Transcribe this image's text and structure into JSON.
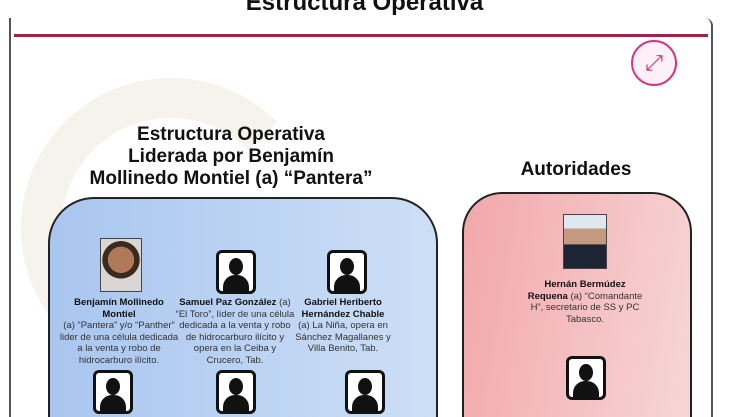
{
  "header": {
    "title": "Estructura Operativa"
  },
  "expand_button": {
    "icon": "expand-icon"
  },
  "left_section": {
    "title_lines": [
      "Estructura Operativa",
      "Liderada por Benjamín",
      "Mollinedo Montiel (a) “Pantera”"
    ]
  },
  "right_section": {
    "title": "Autoridades"
  },
  "people": [
    {
      "name": "Benjamín Mollinedo Montiel",
      "desc": "(a) “Pantera” y/o “Panther”  lider de una célula dedicada a la venta y robo de hidrocarburo ilícito."
    },
    {
      "name": "Samuel Paz González",
      "desc": "(a) “El Toro”, líder de una célula dedicada a la venta y robo de hidrocarburo ilícito y opera en la Ceiba y Crucero, Tab."
    },
    {
      "name": "Gabriel Heriberto Hernández Chable",
      "desc": "(a) La Niña, opera en Sánchez Magallanes y Villa Benito, Tab."
    }
  ],
  "authorities": [
    {
      "name": "Hernán Bermúdez Requena",
      "desc": "(a) “Comandante  H”, secretario de SS y PC Tabasco."
    }
  ]
}
